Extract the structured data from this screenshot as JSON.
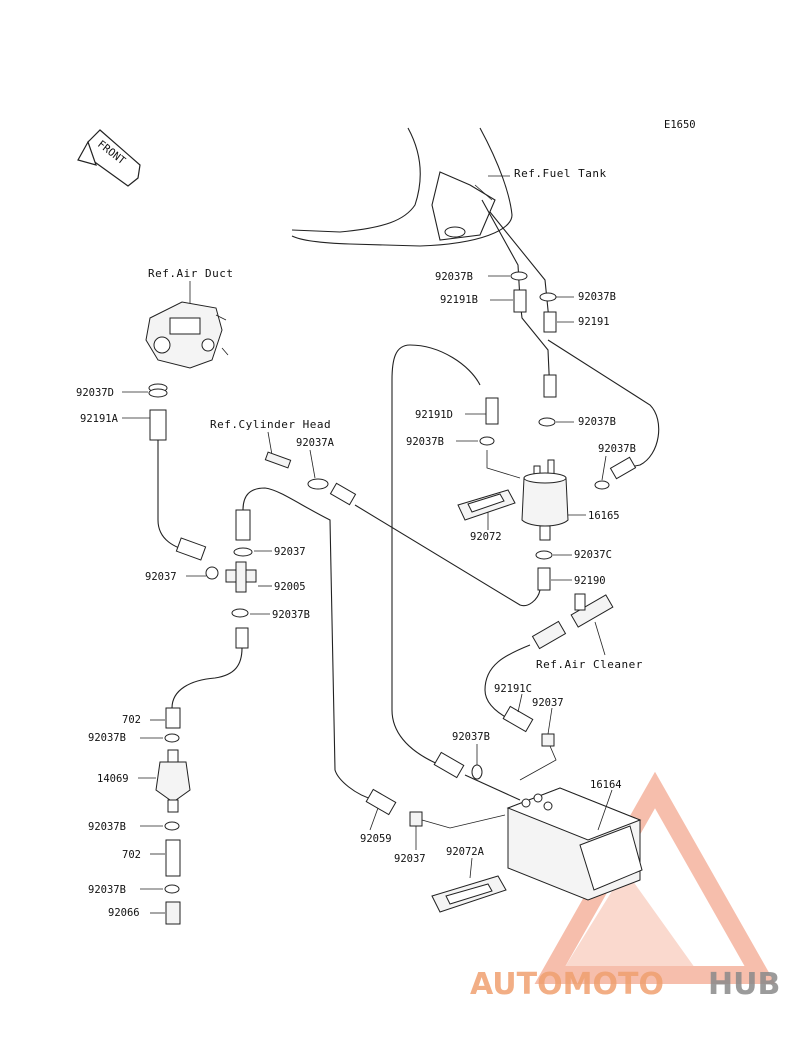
{
  "diagram_code": "E1650",
  "front_arrow": "FRONT",
  "refs": {
    "fuel_tank": "Ref.Fuel Tank",
    "air_duct": "Ref.Air Duct",
    "cylinder_head": "Ref.Cylinder Head",
    "air_cleaner": "Ref.Air Cleaner"
  },
  "parts": {
    "p92037B_a": "92037B",
    "p92191B": "92191B",
    "p92037B_b": "92037B",
    "p92191": "92191",
    "p92037D": "92037D",
    "p92191A": "92191A",
    "p92191D": "92191D",
    "p92037B_c": "92037B",
    "p92037B_d": "92037B",
    "p92037B_e": "92037B",
    "p92037A": "92037A",
    "p92037_a": "92037",
    "p92037_b": "92037",
    "p92005": "92005",
    "p92037B_f": "92037B",
    "p16165": "16165",
    "p92072": "92072",
    "p92037C": "92037C",
    "p92190": "92190",
    "p702_a": "702",
    "p92037B_g": "92037B",
    "p14069": "14069",
    "p92037B_h": "92037B",
    "p702_b": "702",
    "p92037B_i": "92037B",
    "p92066": "92066",
    "p92191C": "92191C",
    "p92037_c": "92037",
    "p92037B_j": "92037B",
    "p16164": "16164",
    "p92059": "92059",
    "p92037_d": "92037",
    "p92072A": "92072A"
  },
  "watermark": {
    "part1": "AUTOMOTO",
    "part2": "HUB",
    "color_accent": "#f08a6a",
    "color_dark": "#8a8a8a"
  }
}
